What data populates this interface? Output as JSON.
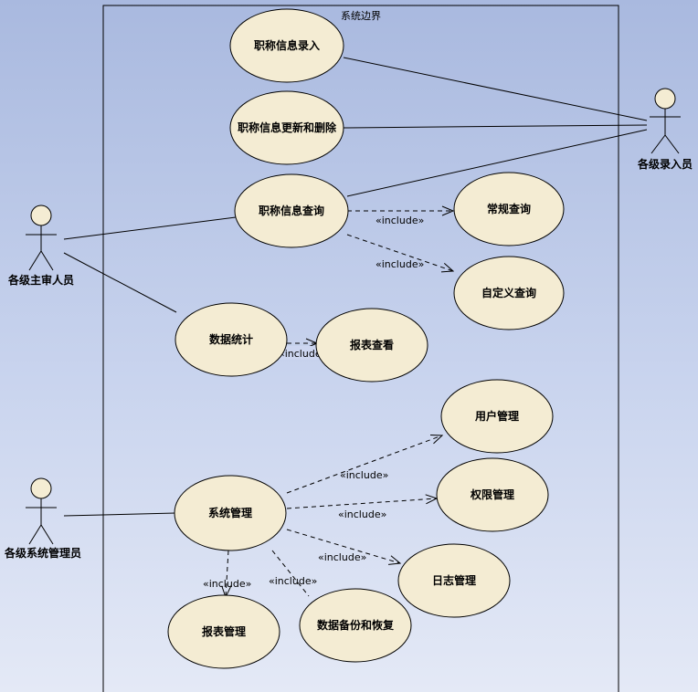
{
  "boundary": {
    "title": "系统边界"
  },
  "actors": {
    "recorder": "各级录入员",
    "reviewer": "各级主审人员",
    "admin": "各级系统管理员"
  },
  "use_cases": {
    "title_entry": "职称信息录入",
    "title_update": "职称信息更新和删除",
    "title_query": "职称信息查询",
    "regular_query": "常规查询",
    "custom_query": "自定义查询",
    "stats": "数据统计",
    "report_view": "报表查看",
    "user_mgmt": "用户管理",
    "perm_mgmt": "权限管理",
    "sys_mgmt": "系统管理",
    "log_mgmt": "日志管理",
    "report_mgmt": "报表管理",
    "backup": "数据备份和恢复"
  },
  "stereotype": "«include»",
  "colors": {
    "usecase_fill": "#f4ecd3",
    "line": "#000000"
  }
}
